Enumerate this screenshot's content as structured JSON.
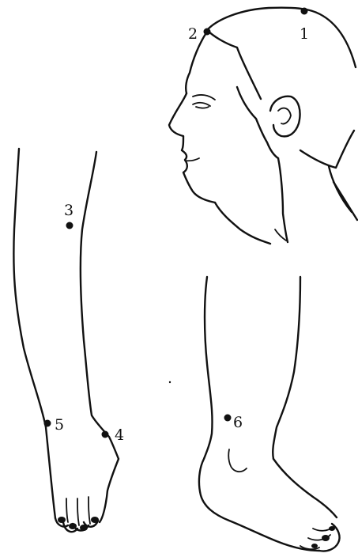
{
  "points": [
    {
      "id": "point-1",
      "label": "1"
    },
    {
      "id": "point-2",
      "label": "2"
    },
    {
      "id": "point-3",
      "label": "3"
    },
    {
      "id": "point-4",
      "label": "4"
    },
    {
      "id": "point-5",
      "label": "5"
    },
    {
      "id": "point-6",
      "label": "6"
    }
  ],
  "colors": {
    "ink": "#111111",
    "background": "#ffffff"
  }
}
